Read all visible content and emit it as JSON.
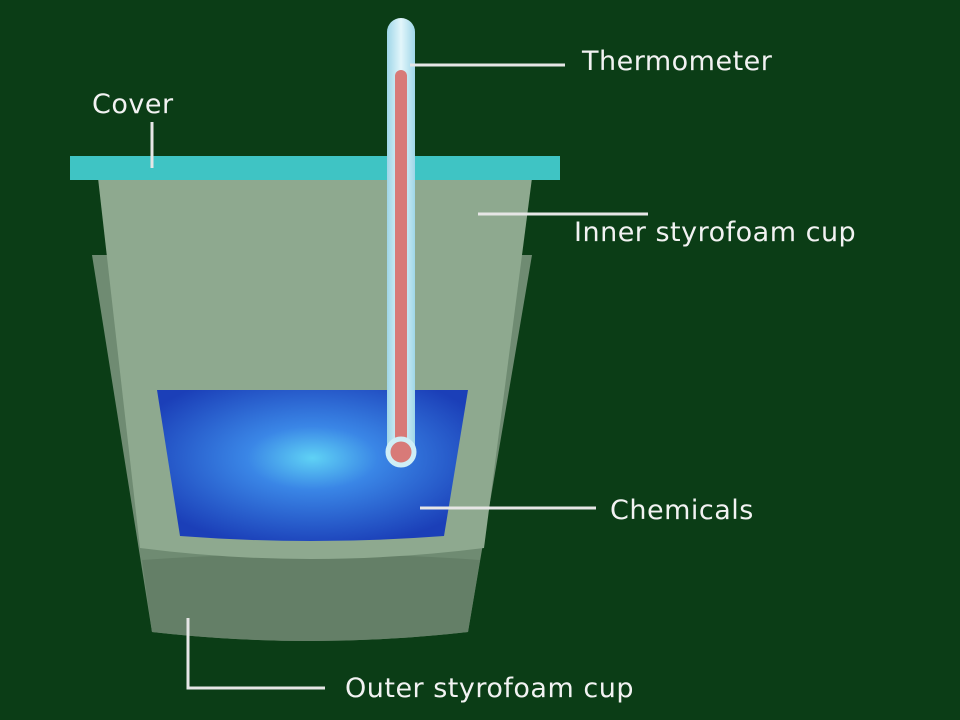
{
  "diagram": {
    "labels": {
      "thermometer": "Thermometer",
      "cover": "Cover",
      "inner_cup": "Inner styrofoam cup",
      "chemicals": "Chemicals",
      "outer_cup": "Outer styrofoam cup"
    },
    "colors": {
      "background": "#0b3d16",
      "cover": "#3fc4c4",
      "inner_cup": "#8aa98e",
      "outer_cup": "#7b977e",
      "chemicals": "#2a5fd6",
      "thermometer_glass": "#bfe8f4",
      "thermometer_liquid": "#d87a78",
      "leader_line": "#e6e6e6"
    }
  }
}
